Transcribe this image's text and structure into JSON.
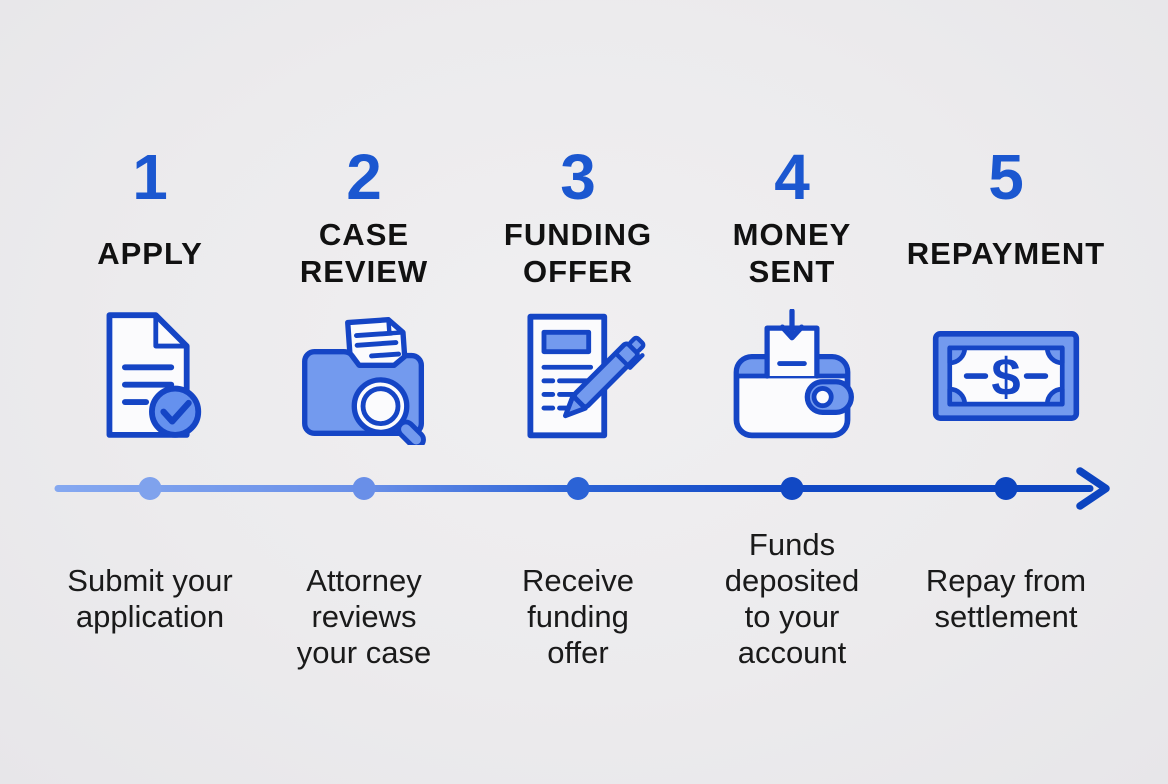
{
  "meta": {
    "type": "process-timeline-infographic",
    "step_count": 5
  },
  "colors": {
    "background": "#ECEBED",
    "accent_blue": "#1B57D0",
    "icon_stroke": "#1545C5",
    "icon_fill_light": "#739AEE",
    "icon_fill_medium": "#6591EE",
    "title_text": "#111111",
    "caption_text": "#1A1A1A"
  },
  "timeline": {
    "direction": "left-to-right",
    "gradient_stops": [
      "#85A8F0",
      "#698FE8",
      "#2B63D6",
      "#1148C4",
      "#0C44C0"
    ],
    "dot_colors": [
      "#7FA2ED",
      "#698FE8",
      "#2B63D6",
      "#1148C4",
      "#0C44C0"
    ],
    "arrow_color": "#0C44C0"
  },
  "steps": [
    {
      "number": "1",
      "title": "APPLY",
      "caption": "Submit your\napplication",
      "icon": "document-check-icon"
    },
    {
      "number": "2",
      "title": "CASE\nREVIEW",
      "caption": "Attorney\nreviews\nyour case",
      "icon": "folder-search-icon"
    },
    {
      "number": "3",
      "title": "FUNDING\nOFFER",
      "caption": "Receive\nfunding\noffer",
      "icon": "document-pen-icon"
    },
    {
      "number": "4",
      "title": "MONEY\nSENT",
      "caption": "Funds\ndeposited\nto your\naccount",
      "icon": "wallet-deposit-icon"
    },
    {
      "number": "5",
      "title": "REPAYMENT",
      "caption": "Repay from\nsettlement",
      "icon": "dollar-bill-icon"
    }
  ]
}
